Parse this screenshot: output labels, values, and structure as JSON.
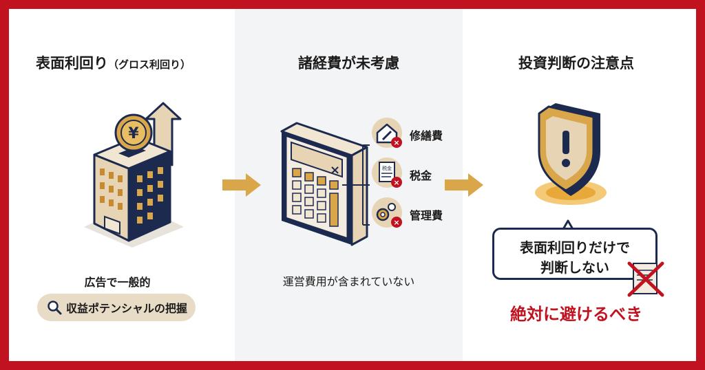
{
  "sections": [
    {
      "title": "表面利回り",
      "title_sub": "（グロス利回り）",
      "caption": "広告で一般的",
      "pill_label": "収益ポテンシャルの把握",
      "icon": "building-with-yen-coin-icon"
    },
    {
      "title": "諸経費が未考慮",
      "caption": "運営費用が含まれていない",
      "icon": "calculator-icon",
      "items": [
        {
          "label": "修繕費",
          "icon": "house-wrench-icon"
        },
        {
          "label": "税金",
          "icon": "tax-document-icon",
          "doc_text": "税金"
        },
        {
          "label": "管理費",
          "icon": "gears-icon"
        }
      ]
    },
    {
      "title": "投資判断の注意点",
      "icon": "shield-warning-icon",
      "bubble_line1": "表面利回りだけで",
      "bubble_line2": "判断しない",
      "warning": "絶対に避けるべき"
    }
  ],
  "colors": {
    "frame": "#c0121f",
    "navy": "#1d2a4f",
    "gold": "#d9a64a",
    "beige": "#e9dcc6",
    "red": "#c0121f"
  }
}
